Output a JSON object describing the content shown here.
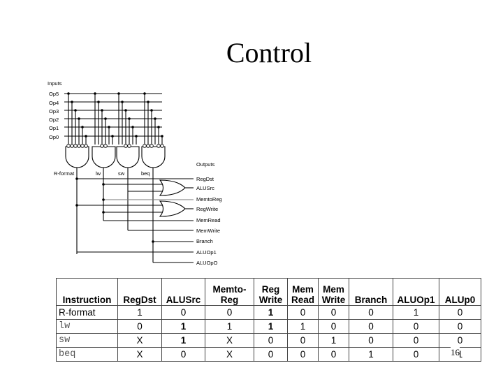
{
  "slide": {
    "title": "Control",
    "page_number": "16"
  },
  "diagram": {
    "inputs_title": "Inputs",
    "inputs": [
      "Op5",
      "Op4",
      "Op3",
      "Op2",
      "Op1",
      "Op0"
    ],
    "gates": [
      "R-format",
      "lw",
      "sw",
      "beq"
    ],
    "outputs_title": "Outputs",
    "outputs": [
      "RegDst",
      "ALUSrc",
      "MemtoReg",
      "RegWrite",
      "MemRead",
      "MemWrite",
      "Branch",
      "ALUOp1",
      "ALUOpO"
    ]
  },
  "table": {
    "headers": [
      [
        "",
        "Instruction"
      ],
      [
        "",
        "RegDst"
      ],
      [
        "",
        "ALUSrc"
      ],
      [
        "Memto-",
        "Reg"
      ],
      [
        "Reg",
        "Write"
      ],
      [
        "Mem",
        "Read"
      ],
      [
        "Mem",
        "Write"
      ],
      [
        "",
        "Branch"
      ],
      [
        "",
        "ALUOp1"
      ],
      [
        "",
        "ALUp0"
      ]
    ],
    "rows": [
      [
        "R-format",
        "1",
        "0",
        "0",
        "1",
        "0",
        "0",
        "0",
        "1",
        "0"
      ],
      [
        "lw",
        "0",
        "1",
        "1",
        "1",
        "1",
        "0",
        "0",
        "0",
        "0"
      ],
      [
        "sw",
        "X",
        "1",
        "X",
        "0",
        "0",
        "1",
        "0",
        "0",
        "0"
      ],
      [
        "beq",
        "X",
        "0",
        "X",
        "0",
        "0",
        "0",
        "1",
        "0",
        "1"
      ]
    ]
  }
}
